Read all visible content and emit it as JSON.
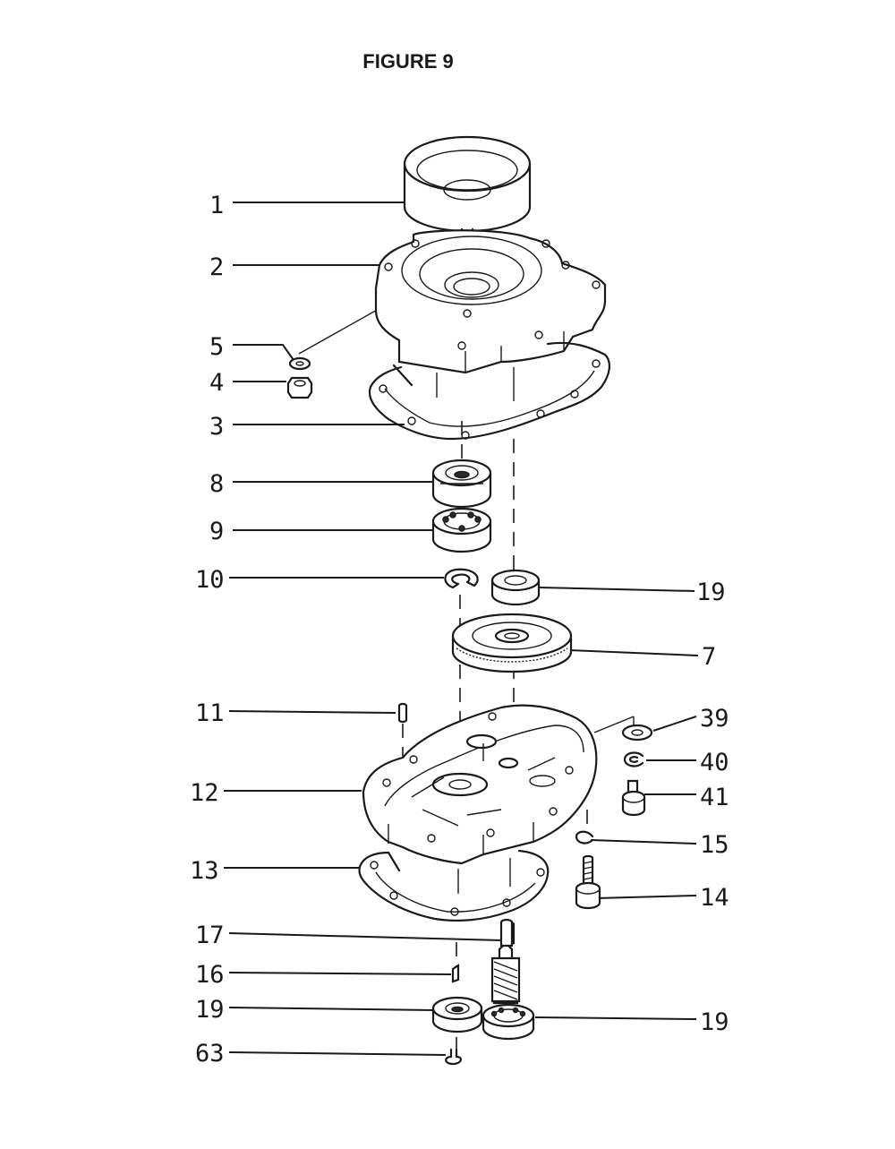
{
  "title": "FIGURE 9",
  "callouts": [
    {
      "id": "c1",
      "text": "1"
    },
    {
      "id": "c2",
      "text": "2"
    },
    {
      "id": "c5",
      "text": "5"
    },
    {
      "id": "c4",
      "text": "4"
    },
    {
      "id": "c3",
      "text": "3"
    },
    {
      "id": "c8",
      "text": "8"
    },
    {
      "id": "c9",
      "text": "9"
    },
    {
      "id": "c10",
      "text": "10"
    },
    {
      "id": "c19a",
      "text": "19"
    },
    {
      "id": "c7",
      "text": "7"
    },
    {
      "id": "c11",
      "text": "11"
    },
    {
      "id": "c39",
      "text": "39"
    },
    {
      "id": "c40",
      "text": "40"
    },
    {
      "id": "c12",
      "text": "12"
    },
    {
      "id": "c41",
      "text": "41"
    },
    {
      "id": "c15",
      "text": "15"
    },
    {
      "id": "c13",
      "text": "13"
    },
    {
      "id": "c14",
      "text": "14"
    },
    {
      "id": "c17",
      "text": "17"
    },
    {
      "id": "c16",
      "text": "16"
    },
    {
      "id": "c19b",
      "text": "19"
    },
    {
      "id": "c19c",
      "text": "19"
    },
    {
      "id": "c63",
      "text": "63"
    }
  ]
}
